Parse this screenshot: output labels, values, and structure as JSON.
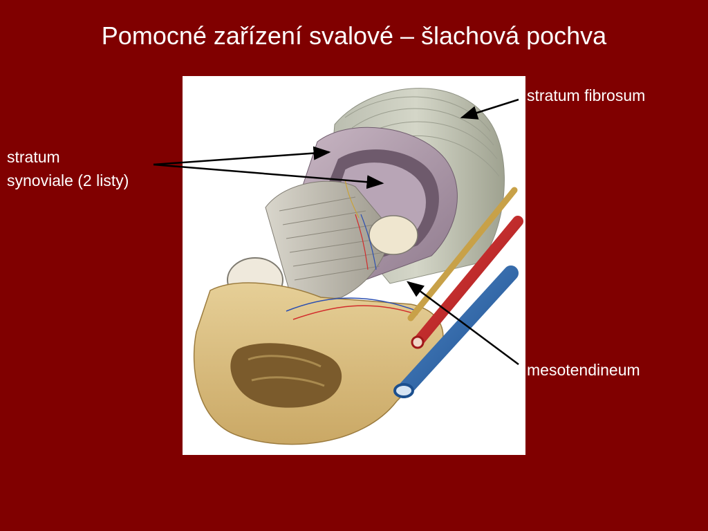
{
  "slide": {
    "title": "Pomocné zařízení svalové – šlachová pochva"
  },
  "labels": {
    "stratum_fibrosum": "stratum fibrosum",
    "stratum_synoviale_line1": "stratum",
    "stratum_synoviale_line2": "synoviale (2 listy)",
    "mesotendineum": "mesotendineum"
  },
  "colors": {
    "background": "#800000",
    "text": "#ffffff",
    "leader_line": "#000000"
  }
}
